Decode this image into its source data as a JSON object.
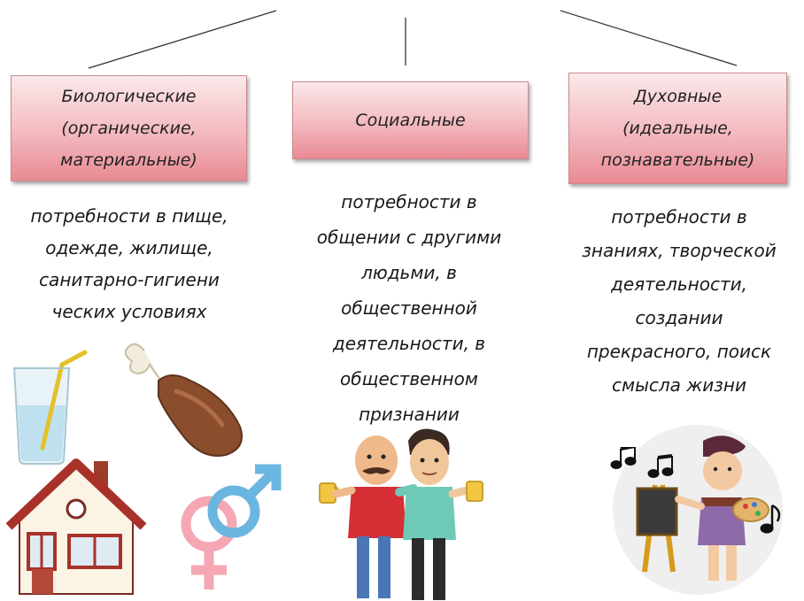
{
  "categories": [
    {
      "id": "bio",
      "title": "Биологические\n(органические,\nматериальные)",
      "description": "потребности в пище,\nодежде, жилище,\nсанитарно-гигиени\nческих условиях",
      "illustrations": [
        "glass-with-straw",
        "chicken-leg",
        "house",
        "gender-symbols"
      ]
    },
    {
      "id": "soc",
      "title": "Социальные",
      "description": "потребности в\nобщении с другими\nлюдьми, в\nобщественной\nдеятельности, в\nобщественном\nпризнании",
      "illustrations": [
        "two-friends-with-mugs"
      ]
    },
    {
      "id": "spir",
      "title": "Духовные\n(идеальные,\nпознавательные)",
      "description": "потребности в\nзнаниях, творческой\nдеятельности,\nсоздании\nпрекрасного, поиск\nсмысла жизни",
      "illustrations": [
        "painter-at-easel",
        "music-notes"
      ]
    }
  ],
  "colors": {
    "box_top": "#fbe9ea",
    "box_bottom": "#e98a93",
    "box_border": "#c98a8f",
    "connector": "#333333"
  }
}
